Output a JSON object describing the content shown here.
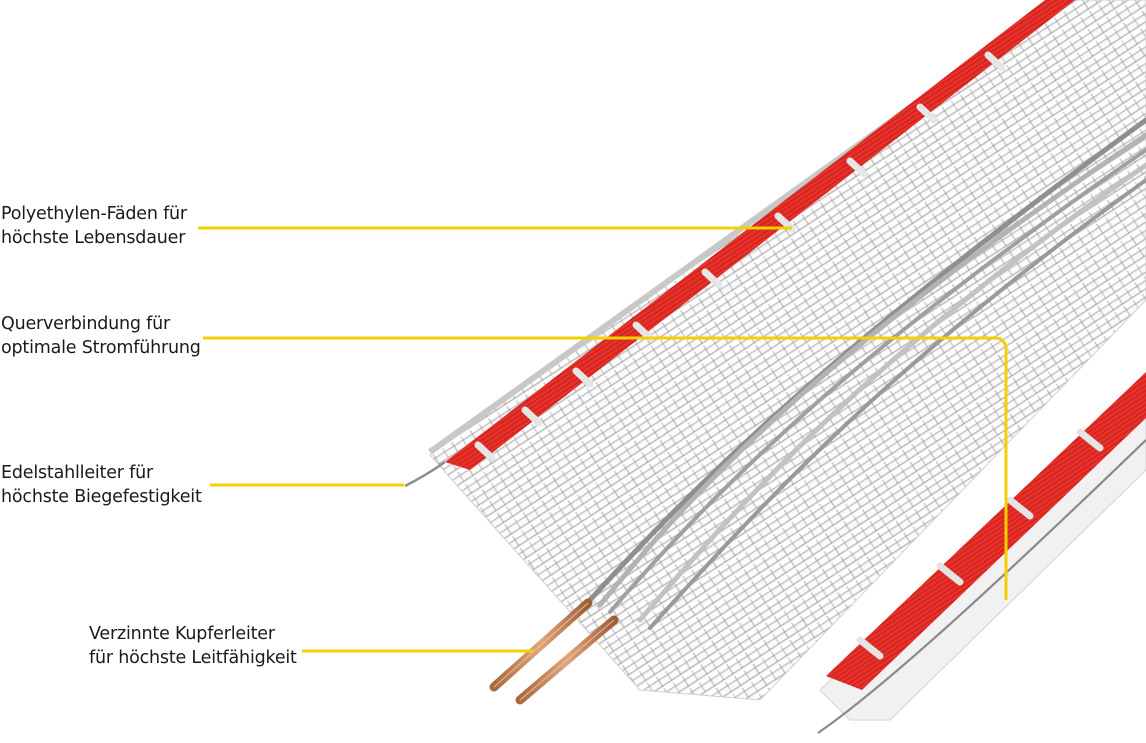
{
  "diagram": {
    "subject": "Elektrozaunband (electric fence tape) cross-section illustration",
    "colors": {
      "leader_line": "#f5d000",
      "red_conductor": "#e8302a",
      "tape_white": "#f2f2f2",
      "tape_shadow": "#b9b9b9",
      "copper": "#c98a5e",
      "steel_wire": "#9a9a9a",
      "text": "#1a1a1a",
      "background": "#ffffff"
    },
    "callouts": [
      {
        "id": "polyethylene",
        "line1": "Polyethylen-Fäden für",
        "line2": "höchste Lebensdauer"
      },
      {
        "id": "cross-connection",
        "line1": "Querverbindung für",
        "line2": "optimale Stromführung"
      },
      {
        "id": "stainless-steel",
        "line1": "Edelstahlleiter für",
        "line2": "höchste Biegefestigkeit"
      },
      {
        "id": "tinned-copper",
        "line1": "Verzinnte Kupferleiter",
        "line2": "für höchste Leitfähigkeit"
      }
    ]
  }
}
